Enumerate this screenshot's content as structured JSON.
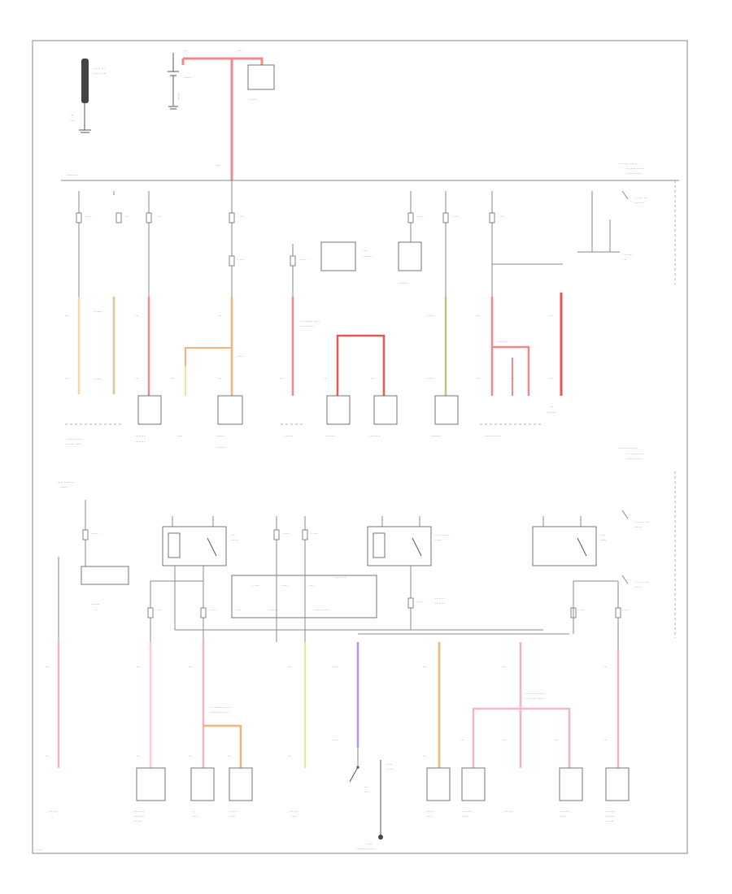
{
  "colors": {
    "red": "#f08a8a",
    "bright_red": "#e85555",
    "pink": "#f4b4c4",
    "light_pink": "#f7c7e6",
    "orange": "#f7b277",
    "yellow": "#ede59a",
    "tan": "#d9c98e",
    "olive": "#b9c77a",
    "purple": "#b994d9",
    "gray": "#8a8a8a"
  },
  "icons": [
    "ground-symbol",
    "fuse-symbol",
    "battery-symbol",
    "relay-switch-symbol",
    "connector-symbol"
  ]
}
